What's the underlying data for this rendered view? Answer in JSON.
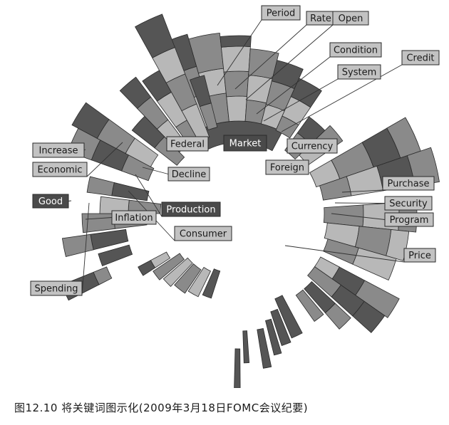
{
  "caption": "图12.10  将关键词图示化(2009年3月18日FOMC会议纪要)",
  "colors": {
    "dark": "#555555",
    "mid": "#8a8a8a",
    "light": "#b8b8b8",
    "label_light_bg": "#c2c2c2",
    "label_dark_bg": "#4a4a4a",
    "line": "#333333",
    "outline": "#2a2a2a"
  },
  "keywords": [
    {
      "text": "Period",
      "style": "light"
    },
    {
      "text": "Rate",
      "style": "light"
    },
    {
      "text": "Open",
      "style": "light"
    },
    {
      "text": "Condition",
      "style": "light"
    },
    {
      "text": "System",
      "style": "light"
    },
    {
      "text": "Credit",
      "style": "light"
    },
    {
      "text": "Federal",
      "style": "light"
    },
    {
      "text": "Market",
      "style": "dark"
    },
    {
      "text": "Currency",
      "style": "light"
    },
    {
      "text": "Foreign",
      "style": "light"
    },
    {
      "text": "Increase",
      "style": "light"
    },
    {
      "text": "Economic",
      "style": "light"
    },
    {
      "text": "Decline",
      "style": "light"
    },
    {
      "text": "Good",
      "style": "dark"
    },
    {
      "text": "Production",
      "style": "dark"
    },
    {
      "text": "Inflation",
      "style": "light"
    },
    {
      "text": "Consumer",
      "style": "light"
    },
    {
      "text": "Purchase",
      "style": "light"
    },
    {
      "text": "Security",
      "style": "light"
    },
    {
      "text": "Program",
      "style": "light"
    },
    {
      "text": "Price",
      "style": "light"
    },
    {
      "text": "Spending",
      "style": "light"
    }
  ]
}
